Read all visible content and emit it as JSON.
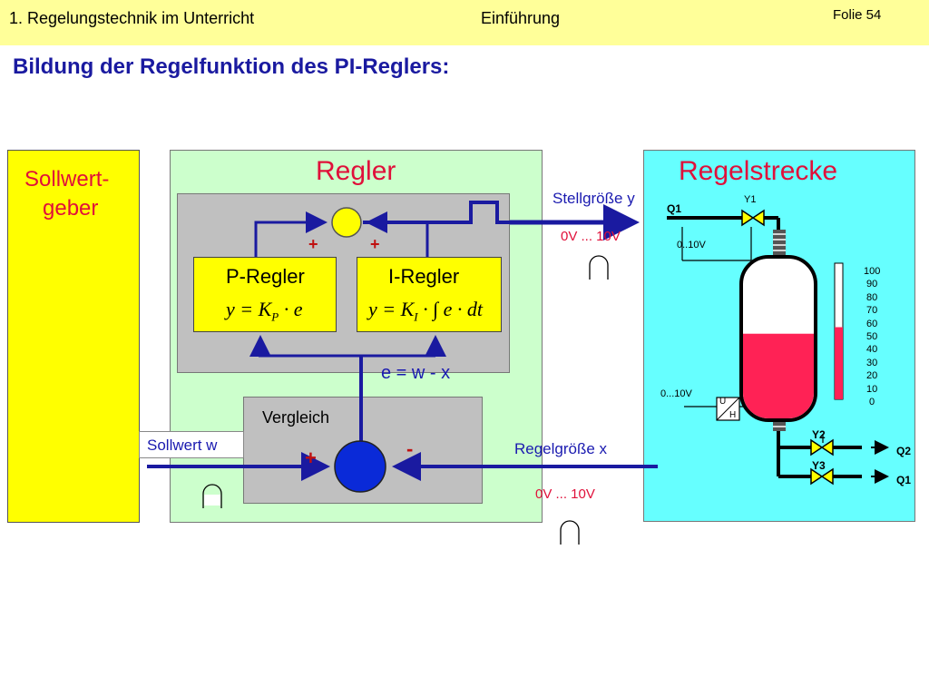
{
  "header": {
    "course": "1. Regelungstechnik im Unterricht",
    "section": "Einführung",
    "slide": "Folie 54"
  },
  "title": "Bildung der Regelfunktion des PI-Reglers:",
  "sollwertgeber": {
    "line1": "Sollwert-",
    "line2": "geber"
  },
  "regler": {
    "title": "Regler",
    "sum_plus_left": "+",
    "sum_plus_right": "+",
    "p_regler": {
      "label": "P-Regler",
      "formula": "y = K",
      "subscript": "P",
      "formula_tail": "· e"
    },
    "i_regler": {
      "label": "I-Regler",
      "formula": "y = K",
      "subscript": "I",
      "formula_tail": "· ∫ e · dt"
    },
    "error": "e = w - x",
    "vergleich": {
      "label": "Vergleich",
      "plus": "+",
      "minus": "-"
    }
  },
  "sollwert_w": "Sollwert w",
  "stellgroesse": {
    "label": "Stellgröße y",
    "range": "0V ... 10V"
  },
  "regelgroesse": {
    "label": "Regelgröße x",
    "range": "0V ... 10V"
  },
  "regelstrecke": {
    "title": "Regelstrecke",
    "q1_top": "Q1",
    "y1": "Y1",
    "range_top": "0..10V",
    "range_sensor": "0...10V",
    "sensor_u": "U",
    "sensor_h": "H",
    "y2": "Y2",
    "y3": "Y3",
    "q2": "Q2",
    "q1_bottom": "Q1",
    "scale": [
      "100",
      "90",
      "80",
      "70",
      "60",
      "50",
      "40",
      "30",
      "20",
      "10",
      "0"
    ],
    "fill_level_percent": 53
  },
  "colors": {
    "header_bg": "#ffff99",
    "title": "#1a1aa0",
    "sollwert_bg": "#ffff00",
    "regler_bg": "#ccffcc",
    "inner_gray": "#c0c0c0",
    "regler_block": "#ffff00",
    "strecke_bg": "#66ffff",
    "signal_blue": "#1a1aa0",
    "red_text": "#e0103a",
    "tank_fill": "#ff2255",
    "label_blue": "#1a1ab0"
  }
}
